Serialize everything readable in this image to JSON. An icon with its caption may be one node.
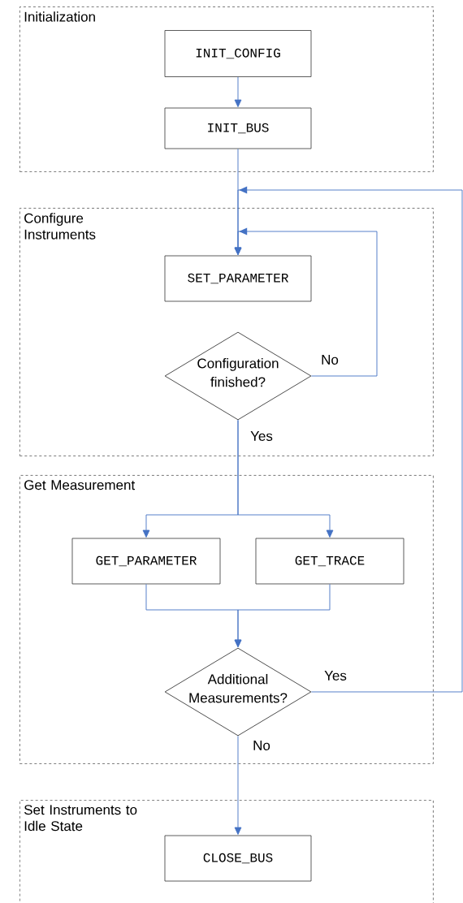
{
  "diagram": {
    "nodes": [
      {
        "text": [
          "Initialization"
        ]
      },
      {
        "text": [
          "INIT_CONFIG"
        ],
        "in": 0
      },
      {
        "text": [
          "INIT_BUS"
        ],
        "in": 0
      },
      {
        "text": [
          "Configure Instruments"
        ]
      },
      {
        "text": [
          "SET_PARAMETER"
        ],
        "in": 3
      },
      {
        "text": [
          "Configuration finished?"
        ],
        "in": 3
      },
      {
        "text": [
          "Get Measurement"
        ]
      },
      {
        "text": [
          "GET_PARAMETER"
        ],
        "in": 6
      },
      {
        "text": [
          "GET_TRACE"
        ],
        "in": 6
      },
      {
        "text": [
          "Additional Measurements?"
        ],
        "in": 6
      },
      {
        "text": [
          "Set Instruments to Idle State"
        ]
      },
      {
        "text": [
          "CLOSE_BUS"
        ],
        "in": 10
      }
    ],
    "edges": [
      {
        "from": 1,
        "to": 2,
        "arrow": "to"
      },
      {
        "from": 2,
        "to": 4,
        "arrow": "to"
      },
      {
        "from": 5,
        "to": 4,
        "arrow": "to",
        "label": "No"
      },
      {
        "from": 5,
        "to": 7,
        "arrow": "to",
        "label": "Yes"
      },
      {
        "from": 5,
        "to": 8,
        "arrow": "to"
      },
      {
        "from": 7,
        "to": 9,
        "arrow": "to"
      },
      {
        "from": 8,
        "to": 9,
        "arrow": "to"
      },
      {
        "from": 9,
        "to": 4,
        "arrow": "to",
        "label": "Yes"
      },
      {
        "from": 9,
        "to": 11,
        "arrow": "to",
        "label": "No"
      }
    ]
  }
}
